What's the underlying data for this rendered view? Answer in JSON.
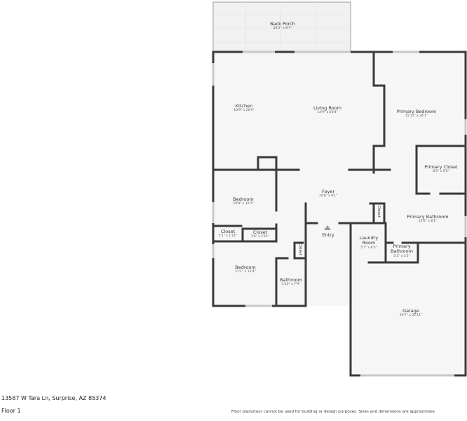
{
  "plan": {
    "floor_label": "Floor 1",
    "address": "13587 W Tara Ln, Surprise, AZ 85374",
    "disclaimer": "Floor plans/tour cannot be used for building or design purposes. Sizes and dimensions are approximate.",
    "entry_label": "Entry",
    "colors": {
      "wall": "#3a3a3a",
      "floor": "#f6f6f6",
      "porch": "#f1f1f1",
      "window": "#c8c8c8"
    },
    "rooms": [
      {
        "name": "Back Porch",
        "dims": "24'2\" x 8'7\""
      },
      {
        "name": "Kitchen",
        "dims": "10'9\" x 20'9\""
      },
      {
        "name": "Living Room",
        "dims": "14'9\" x 20'4\""
      },
      {
        "name": "Primary Bedroom",
        "dims": "15'11\" x 24'1\""
      },
      {
        "name": "Primary Closet",
        "dims": "8'2\" x 9'2\""
      },
      {
        "name": "Bedroom",
        "dims": "10'8\" x 12'1\""
      },
      {
        "name": "Foyer",
        "dims": "10'8\" x 9'1\""
      },
      {
        "name": "Closet",
        "dims": "5'1\" x 1'11\""
      },
      {
        "name": "Closet",
        "dims": "3'0\" x 1'11\""
      },
      {
        "name": "Closet",
        "dims": ""
      },
      {
        "name": "Closet",
        "dims": ""
      },
      {
        "name": "Primary Bathroom",
        "dims": "12'6\" x 8'1\""
      },
      {
        "name": "Laundry Room",
        "dims": "5'7\" x 6'5\""
      },
      {
        "name": "Primary Bathroom",
        "dims": "5'1\" x 3'2\""
      },
      {
        "name": "Bedroom",
        "dims": "11'1\" x 13'4\""
      },
      {
        "name": "Bathroom",
        "dims": "4'10\" x 7'9\""
      },
      {
        "name": "Garage",
        "dims": "19'7\" x 22'11\""
      }
    ]
  }
}
